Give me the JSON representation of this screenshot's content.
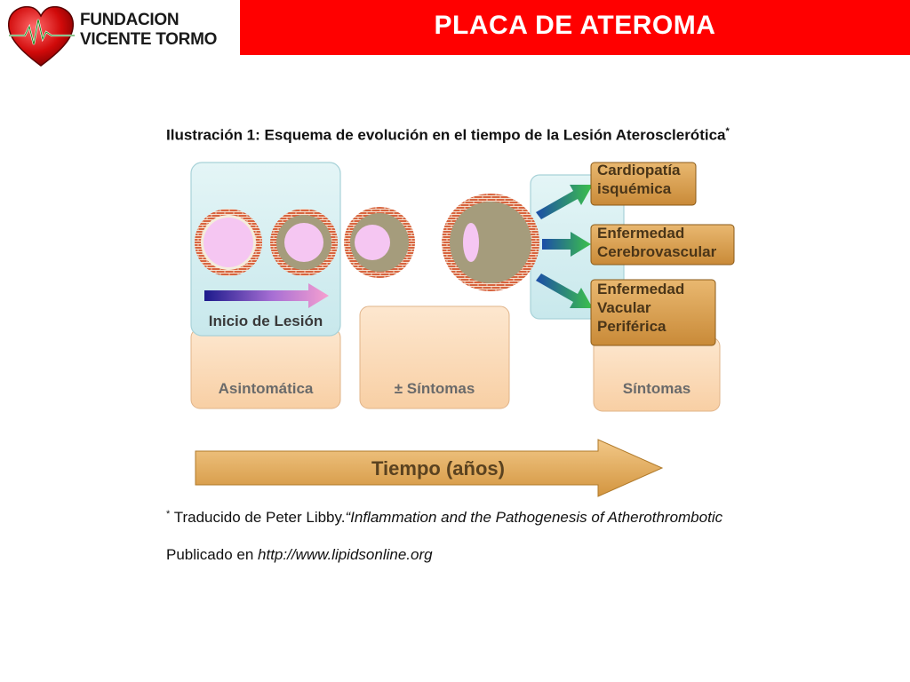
{
  "header": {
    "logo_line1": "FUNDACION",
    "logo_line2": "VICENTE TORMO",
    "title": "PLACA DE ATEROMA",
    "bar_color": "#ff0000"
  },
  "figure": {
    "caption": "Ilustración 1: Esquema de evolución en el tiempo de la Lesión Aterosclerótica",
    "caption_mark": "*",
    "inicio_label": "Inicio de Lesión",
    "stages": [
      "Asintomática",
      "± Síntomas",
      "Síntomas"
    ],
    "outcomes": [
      {
        "line1": "Cardiopatía",
        "line2": "isquémica"
      },
      {
        "line1": "Enfermedad",
        "line2": "Cerebrovascular"
      },
      {
        "line1": "Enfermedad",
        "line2": "Vacular",
        "line3": "Periférica"
      }
    ],
    "time_label": "Tiempo (años)"
  },
  "footnote": {
    "mark": "*",
    "prefix": " Traducido de Peter Libby.",
    "citation": "“Inflammation and the Pathogenesis of Atherothrombotic",
    "publicado_prefix": "Publicado en ",
    "url": "http://www.lipidsonline.org"
  }
}
